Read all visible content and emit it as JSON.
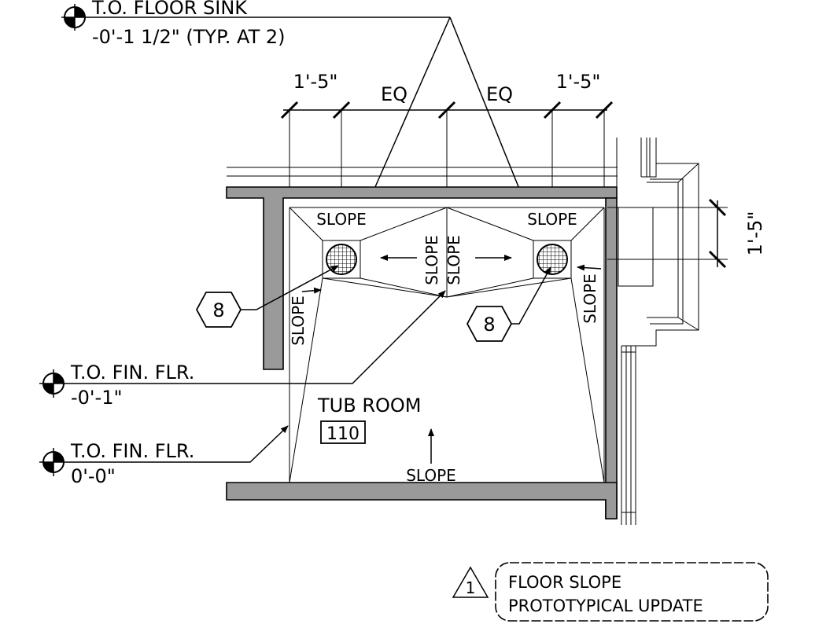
{
  "elevations": {
    "floor_sink": {
      "title": "T.O. FLOOR SINK",
      "value": "-0'-1 1/2\" (TYP. AT 2)"
    },
    "fin_floor_low": {
      "title": "T.O. FIN. FLR.",
      "value": "-0'-1\""
    },
    "fin_floor_high": {
      "title": "T.O. FIN. FLR.",
      "value": "0'-0\""
    }
  },
  "dimensions": {
    "left_offset": "1'-5\"",
    "eq_left": "EQ",
    "eq_right": "EQ",
    "right_offset": "1'-5\"",
    "vertical_offset": "1'-5\""
  },
  "slope_labels": {
    "left_sink": "SLOPE",
    "right_sink": "SLOPE",
    "center_left": "SLOPE",
    "center_right": "SLOPE",
    "left_wall": "SLOPE",
    "right_wall": "SLOPE",
    "bottom": "SLOPE"
  },
  "callouts": {
    "left": "8",
    "right": "8"
  },
  "room": {
    "name": "TUB ROOM",
    "number": "110"
  },
  "revision": {
    "number": "1",
    "line1": "FLOOR SLOPE",
    "line2": "PROTOTYPICAL UPDATE"
  }
}
